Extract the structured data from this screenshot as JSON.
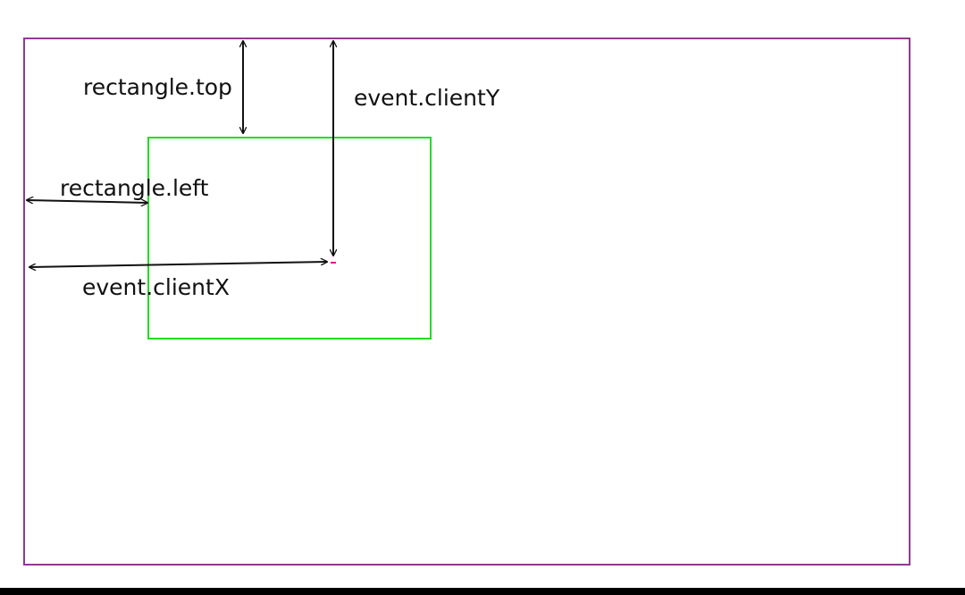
{
  "labels": {
    "rectangle_top": "rectangle.top",
    "rectangle_left": "rectangle.left",
    "event_clientY": "event.clientY",
    "event_clientX": "event.clientX"
  },
  "colors": {
    "viewport_border": "#8e3a91",
    "element_border": "#22dd22",
    "arrow": "#111111",
    "click_point": "#e0148c",
    "bottom_bar": "#000000"
  }
}
